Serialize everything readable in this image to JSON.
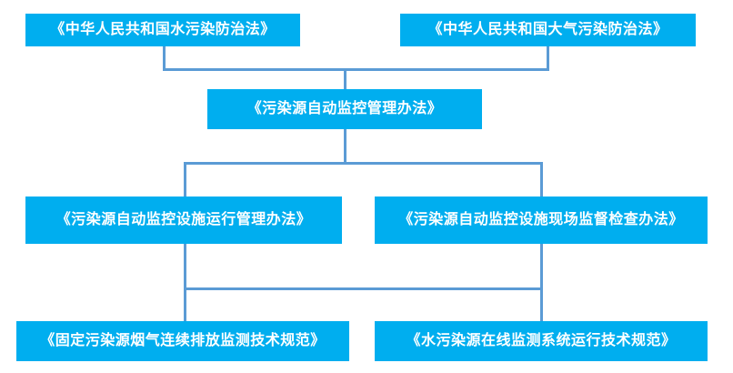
{
  "diagram": {
    "type": "hierarchy-flowchart",
    "title": "",
    "node_fill_color": "#00AEEF",
    "node_text_color": "#FFFFFF",
    "connector_color": "#5B9BD5",
    "background_color": "#FFFFFF",
    "levels": [
      {
        "level": 1,
        "nodes": [
          {
            "id": "law-water",
            "label": "《中华人民共和国水污染防治法》"
          },
          {
            "id": "law-air",
            "label": "《中华人民共和国大气污染防治法》"
          }
        ]
      },
      {
        "level": 2,
        "nodes": [
          {
            "id": "measure-auto-monitor",
            "label": "《污染源自动监控管理办法》"
          }
        ]
      },
      {
        "level": 3,
        "nodes": [
          {
            "id": "measure-facility-operation",
            "label": "《污染源自动监控设施运行管理办法》"
          },
          {
            "id": "measure-onsite-inspection",
            "label": "《污染源自动监控设施现场监督检查办法》"
          }
        ]
      },
      {
        "level": 4,
        "nodes": [
          {
            "id": "spec-flue-gas",
            "label": "《固定污染源烟气连续排放监测技术规范》"
          },
          {
            "id": "spec-water-online",
            "label": "《水污染源在线监测系统运行技术规范》"
          }
        ]
      }
    ],
    "edges": [
      {
        "from": "law-water",
        "to": "measure-auto-monitor"
      },
      {
        "from": "law-air",
        "to": "measure-auto-monitor"
      },
      {
        "from": "measure-auto-monitor",
        "to": "measure-facility-operation"
      },
      {
        "from": "measure-auto-monitor",
        "to": "measure-onsite-inspection"
      },
      {
        "from": "measure-facility-operation",
        "to": "spec-flue-gas"
      },
      {
        "from": "measure-onsite-inspection",
        "to": "spec-water-online"
      }
    ]
  }
}
